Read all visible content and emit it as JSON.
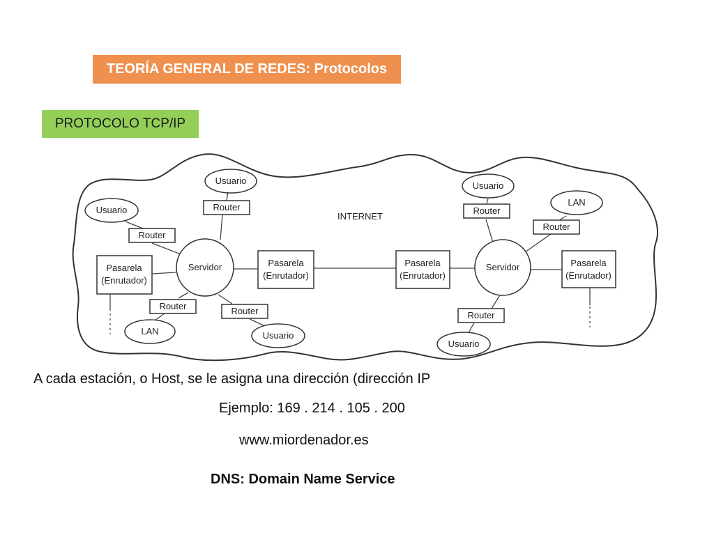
{
  "header": {
    "title": "TEORÍA GENERAL DE REDES: Protocolos",
    "subtitle": "PROTOCOLO TCP/IP",
    "title_color": "#f0904e",
    "subtitle_color": "#93cf57"
  },
  "diagram": {
    "internet_label": "INTERNET",
    "usuario": "Usuario",
    "router": "Router",
    "servidor": "Servidor",
    "lan": "LAN",
    "pasarela_line1": "Pasarela",
    "pasarela_line2": "(Enrutador)"
  },
  "body": {
    "line1": "A cada estación, o Host, se le asigna una dirección (dirección IP",
    "line2": "Ejemplo: 169 . 214 . 105 . 200",
    "line3": "www.miordenador.es",
    "line4": "DNS: Domain Name Service"
  }
}
